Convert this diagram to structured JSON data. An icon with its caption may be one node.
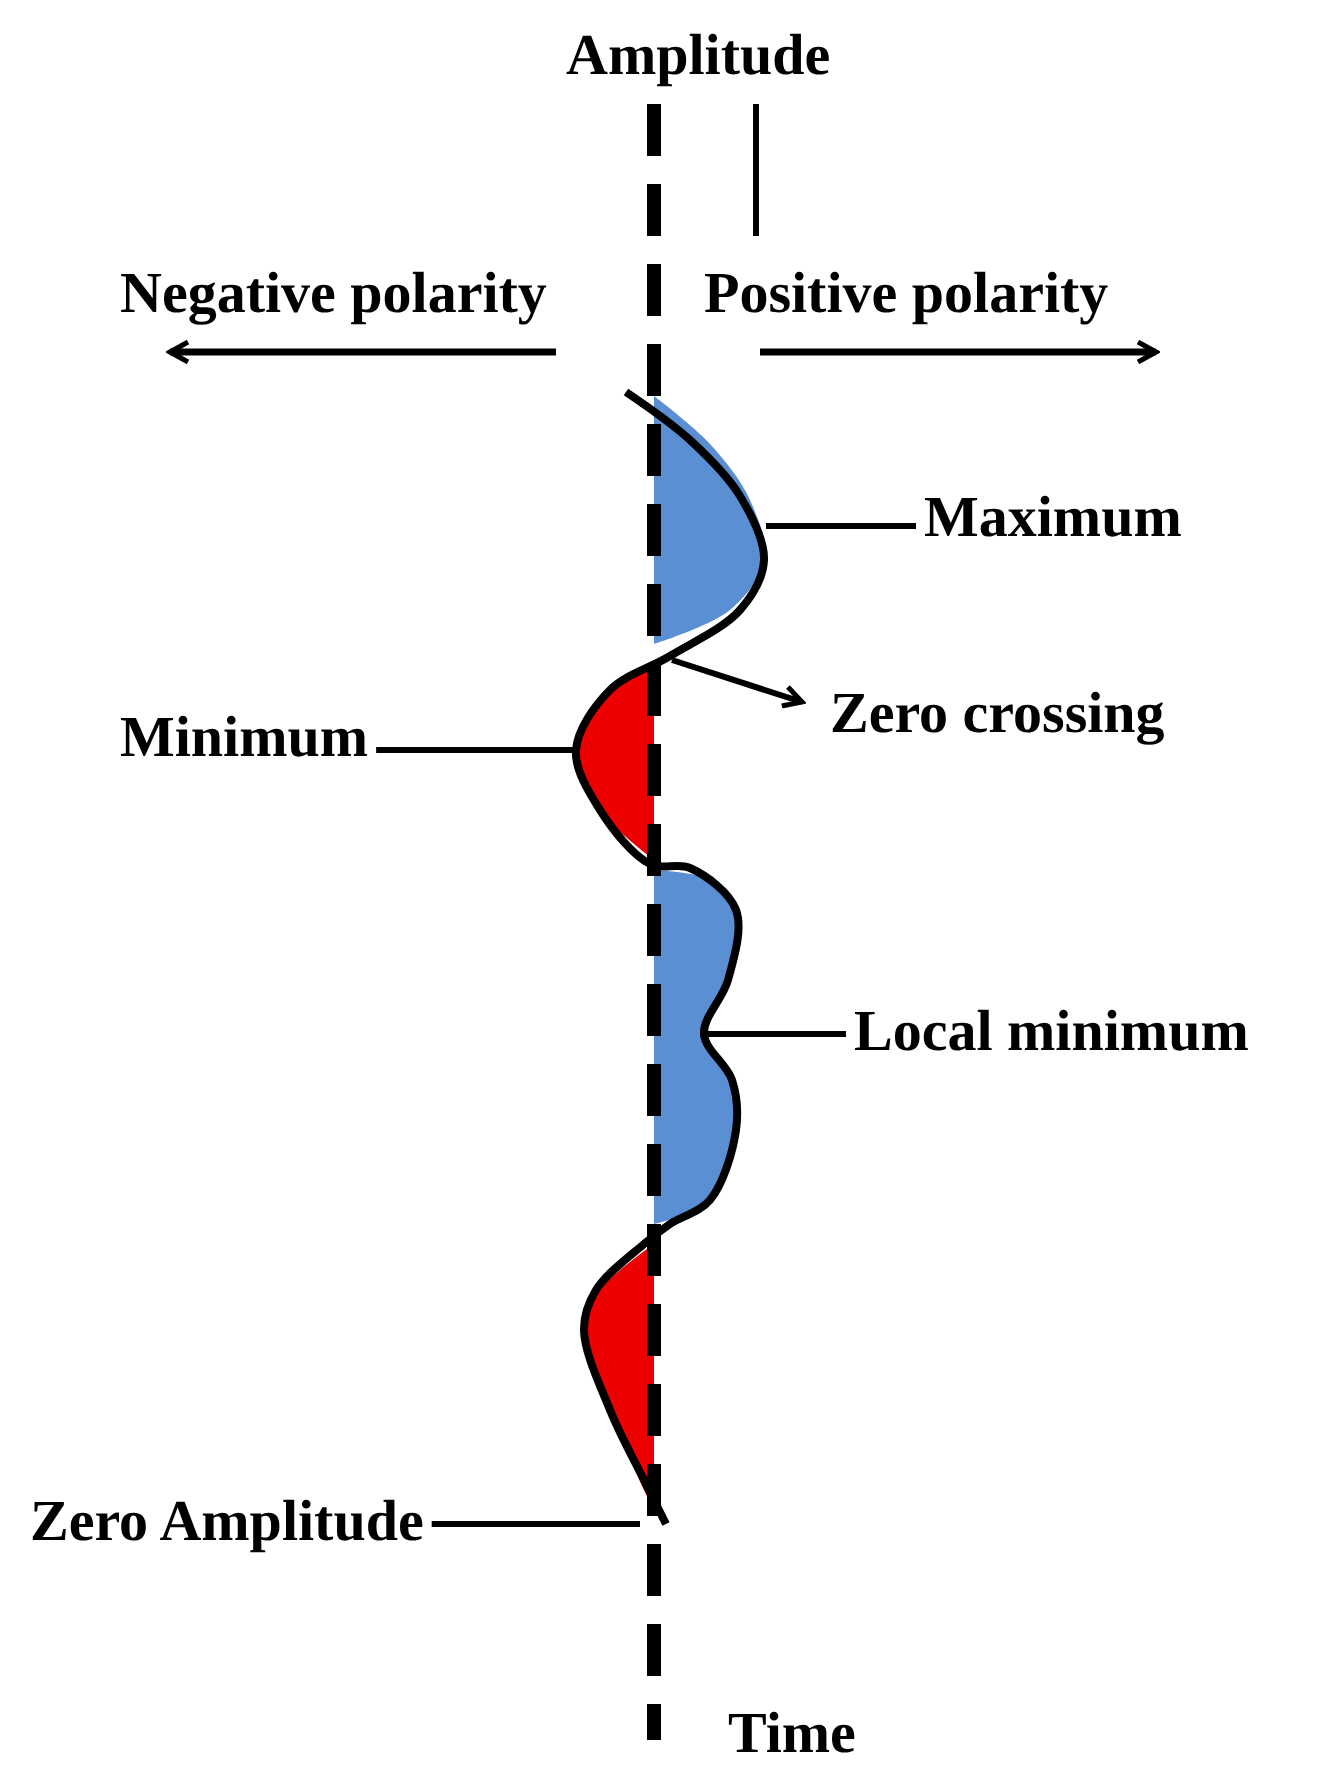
{
  "diagram": {
    "nodes": [
      {
        "text": [
          "Maximum"
        ]
      },
      {
        "text": [
          "Minimum"
        ]
      },
      {
        "text": [
          "Zero crossing"
        ]
      },
      {
        "text": [
          "Local minimum"
        ]
      },
      {
        "text": [
          "Zero Amplitude"
        ]
      },
      {
        "text": [],
        "shape": "picture"
      }
    ],
    "edges": [
      {
        "from": 0,
        "to": 5,
        "arrow": "none"
      },
      {
        "from": 1,
        "to": 5,
        "arrow": "none"
      },
      {
        "from": 5,
        "to": 2,
        "arrow": "to"
      },
      {
        "from": 3,
        "to": 5,
        "arrow": "none"
      },
      {
        "from": 4,
        "to": 5,
        "arrow": "none"
      }
    ],
    "labels": [
      "Amplitude",
      "Negative polarity",
      "Positive polarity",
      "Time"
    ]
  }
}
